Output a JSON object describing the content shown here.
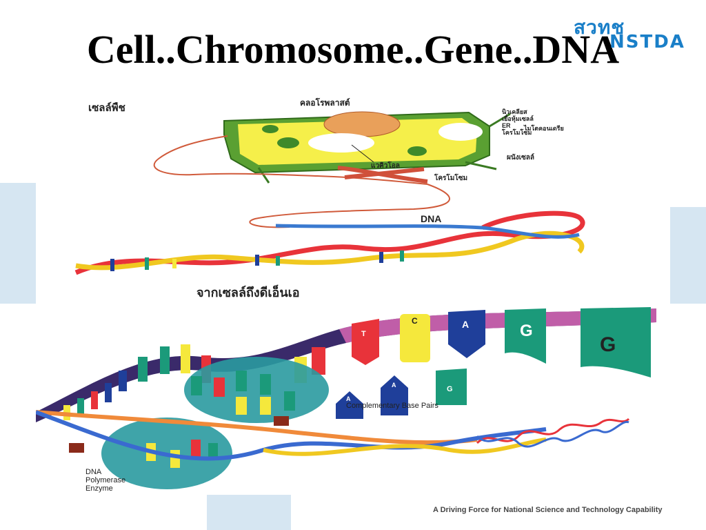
{
  "slide": {
    "title": "Cell..Chromosome..Gene..DNA",
    "footer": "A Driving Force for National Science and Technology Capability"
  },
  "logo": {
    "line1": "สวทช",
    "line2": "NSTDA"
  },
  "figure_top": {
    "plant_cell_label": "เซลล์พืช",
    "chloroplast_label": "คลอโรพลาสต์",
    "labels_right": [
      "นิวเคลียส",
      "เยื่อหุ้มเซลล์",
      "ER",
      "โครโมโซม",
      "ไมโตคอนเดรีย"
    ],
    "vacuole_label": "แวคิวโอล",
    "cell_wall_label": "ผนังเซลล์",
    "chromosome_label": "โครโมโซม",
    "dna_label": "DNA",
    "caption": "จากเซลล์ถึงดีเอ็นเอ"
  },
  "figure_bottom": {
    "bases_large": [
      "T",
      "C",
      "A",
      "G",
      "G"
    ],
    "complement_bases": [
      "A",
      "A",
      "G"
    ],
    "complementary_label": "Complementary Base Pairs",
    "enzyme_label": [
      "DNA",
      "Polymerase",
      "Enzyme"
    ]
  },
  "colors": {
    "accent_blue": "#1a7fc8",
    "cell_green": "#5aa032",
    "cell_yellow": "#f5ef4a",
    "base_yellow": "#f5e83c",
    "base_red": "#e8333a",
    "base_blue": "#1f3f9a",
    "base_teal": "#1b9a7a",
    "enzyme_teal": "#2a9aa0",
    "deco_light_blue": "#d6e6f2"
  }
}
